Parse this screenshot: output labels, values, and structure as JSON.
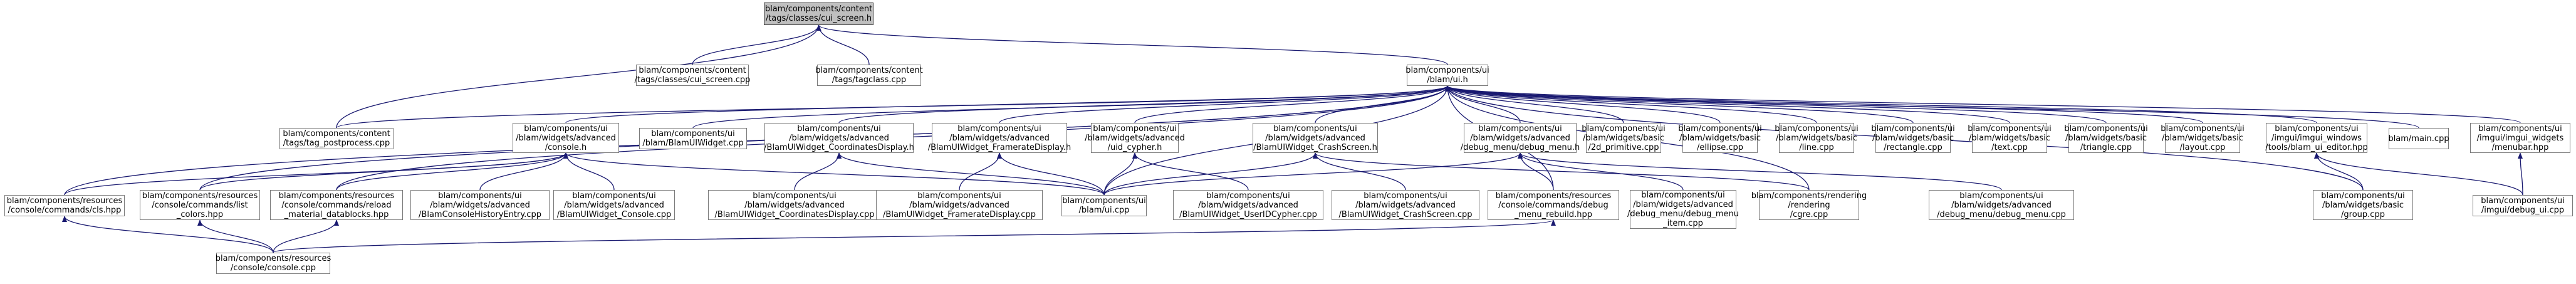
{
  "nodes": [
    {
      "id": "cui_screen_h",
      "root": true,
      "lines": [
        "blam/components/content",
        "/tags/classes/cui_screen.h"
      ]
    },
    {
      "id": "cui_screen_cpp",
      "lines": [
        "blam/components/content",
        "/tags/classes/cui_screen.cpp"
      ]
    },
    {
      "id": "tagclass_cpp",
      "lines": [
        "blam/components/content",
        "/tags/tagclass.cpp"
      ]
    },
    {
      "id": "ui_h",
      "lines": [
        "blam/components/ui",
        "/blam/ui.h"
      ]
    },
    {
      "id": "tag_postprocess",
      "lines": [
        "blam/components/content",
        "/tags/tag_postprocess.cpp"
      ]
    },
    {
      "id": "console_h",
      "lines": [
        "blam/components/ui",
        "/blam/widgets/advanced",
        "/console.h"
      ]
    },
    {
      "id": "blamuiwidget_cpp",
      "lines": [
        "blam/components/ui",
        "/blam/BlamUIWidget.cpp"
      ]
    },
    {
      "id": "coords_h",
      "lines": [
        "blam/components/ui",
        "/blam/widgets/advanced",
        "/BlamUIWidget_CoordinatesDisplay.h"
      ]
    },
    {
      "id": "framerate_h",
      "lines": [
        "blam/components/ui",
        "/blam/widgets/advanced",
        "/BlamUIWidget_FramerateDisplay.h"
      ]
    },
    {
      "id": "uid_cypher_h",
      "lines": [
        "blam/components/ui",
        "/blam/widgets/advanced",
        "/uid_cypher.h"
      ]
    },
    {
      "id": "crash_h",
      "lines": [
        "blam/components/ui",
        "/blam/widgets/advanced",
        "/BlamUIWidget_CrashScreen.h"
      ]
    },
    {
      "id": "debug_menu_h",
      "lines": [
        "blam/components/ui",
        "/blam/widgets/advanced",
        "/debug_menu/debug_menu.h"
      ]
    },
    {
      "id": "primitive_2d",
      "lines": [
        "blam/components/ui",
        "/blam/widgets/basic",
        "/2d_primitive.cpp"
      ]
    },
    {
      "id": "ellipse_cpp",
      "lines": [
        "blam/components/ui",
        "/blam/widgets/basic",
        "/ellipse.cpp"
      ]
    },
    {
      "id": "line_cpp",
      "lines": [
        "blam/components/ui",
        "/blam/widgets/basic",
        "/line.cpp"
      ]
    },
    {
      "id": "rectangle_cpp",
      "lines": [
        "blam/components/ui",
        "/blam/widgets/basic",
        "/rectangle.cpp"
      ]
    },
    {
      "id": "text_cpp",
      "lines": [
        "blam/components/ui",
        "/blam/widgets/basic",
        "/text.cpp"
      ]
    },
    {
      "id": "triangle_cpp",
      "lines": [
        "blam/components/ui",
        "/blam/widgets/basic",
        "/triangle.cpp"
      ]
    },
    {
      "id": "layout_cpp",
      "lines": [
        "blam/components/ui",
        "/blam/widgets/basic",
        "/layout.cpp"
      ]
    },
    {
      "id": "editor_hpp",
      "lines": [
        "blam/components/ui",
        "/imgui/imgui_windows",
        "/tools/blam_ui_editor.hpp"
      ]
    },
    {
      "id": "main_cpp",
      "lines": [
        "blam/main.cpp"
      ]
    },
    {
      "id": "menubar_hpp",
      "lines": [
        "blam/components/ui",
        "/imgui/imgui_widgets",
        "/menubar.hpp"
      ]
    },
    {
      "id": "cls_hpp",
      "lines": [
        "blam/components/resources",
        "/console/commands/cls.hpp"
      ]
    },
    {
      "id": "list_colors_hpp",
      "lines": [
        "blam/components/resources",
        "/console/commands/list",
        "_colors.hpp"
      ]
    },
    {
      "id": "reload_hpp",
      "lines": [
        "blam/components/resources",
        "/console/commands/reload",
        "_material_datablocks.hpp"
      ]
    },
    {
      "id": "history_cpp",
      "lines": [
        "blam/components/ui",
        "/blam/widgets/advanced",
        "/BlamConsoleHistoryEntry.cpp"
      ]
    },
    {
      "id": "console_widget_cpp",
      "lines": [
        "blam/components/ui",
        "/blam/widgets/advanced",
        "/BlamUIWidget_Console.cpp"
      ]
    },
    {
      "id": "coords_cpp",
      "lines": [
        "blam/components/ui",
        "/blam/widgets/advanced",
        "/BlamUIWidget_CoordinatesDisplay.cpp"
      ]
    },
    {
      "id": "framerate_cpp",
      "lines": [
        "blam/components/ui",
        "/blam/widgets/advanced",
        "/BlamUIWidget_FramerateDisplay.cpp"
      ]
    },
    {
      "id": "ui_cpp",
      "lines": [
        "blam/components/ui",
        "/blam/ui.cpp"
      ]
    },
    {
      "id": "userid_cpp",
      "lines": [
        "blam/components/ui",
        "/blam/widgets/advanced",
        "/BlamUIWidget_UserIDCypher.cpp"
      ]
    },
    {
      "id": "crash_cpp",
      "lines": [
        "blam/components/ui",
        "/blam/widgets/advanced",
        "/BlamUIWidget_CrashScreen.cpp"
      ]
    },
    {
      "id": "debug_rebuild_hpp",
      "lines": [
        "blam/components/resources",
        "/console/commands/debug",
        "_menu_rebuild.hpp"
      ]
    },
    {
      "id": "debug_menu_item_cpp",
      "lines": [
        "blam/components/ui",
        "/blam/widgets/advanced",
        "/debug_menu/debug_menu",
        "_item.cpp"
      ]
    },
    {
      "id": "rendering_cpp",
      "lines": [
        "blam/components/rendering",
        "/rendering",
        "/cgre.cpp"
      ]
    },
    {
      "id": "debug_menu_cpp",
      "lines": [
        "blam/components/ui",
        "/blam/widgets/advanced",
        "/debug_menu/debug_menu.cpp"
      ]
    },
    {
      "id": "group_cpp",
      "lines": [
        "blam/components/ui",
        "/blam/widgets/basic",
        "/group.cpp"
      ]
    },
    {
      "id": "debug_ui_cpp",
      "lines": [
        "blam/components/ui",
        "/imgui/debug_ui.cpp"
      ]
    },
    {
      "id": "console_cpp",
      "lines": [
        "blam/components/resources",
        "/console/console.cpp"
      ]
    }
  ],
  "edges": [
    [
      "cui_screen_cpp",
      "cui_screen_h"
    ],
    [
      "tagclass_cpp",
      "cui_screen_h"
    ],
    [
      "tag_postprocess",
      "cui_screen_h"
    ],
    [
      "ui_h",
      "cui_screen_h"
    ],
    [
      "tag_postprocess",
      "ui_h"
    ],
    [
      "console_h",
      "ui_h"
    ],
    [
      "blamuiwidget_cpp",
      "ui_h"
    ],
    [
      "coords_h",
      "ui_h"
    ],
    [
      "framerate_h",
      "ui_h"
    ],
    [
      "uid_cypher_h",
      "ui_h"
    ],
    [
      "crash_h",
      "ui_h"
    ],
    [
      "debug_menu_h",
      "ui_h"
    ],
    [
      "primitive_2d",
      "ui_h"
    ],
    [
      "ellipse_cpp",
      "ui_h"
    ],
    [
      "line_cpp",
      "ui_h"
    ],
    [
      "rectangle_cpp",
      "ui_h"
    ],
    [
      "text_cpp",
      "ui_h"
    ],
    [
      "triangle_cpp",
      "ui_h"
    ],
    [
      "layout_cpp",
      "ui_h"
    ],
    [
      "editor_hpp",
      "ui_h"
    ],
    [
      "main_cpp",
      "ui_h"
    ],
    [
      "menubar_hpp",
      "ui_h"
    ],
    [
      "cls_hpp",
      "ui_h"
    ],
    [
      "list_colors_hpp",
      "ui_h"
    ],
    [
      "reload_hpp",
      "ui_h"
    ],
    [
      "ui_cpp",
      "ui_h"
    ],
    [
      "debug_rebuild_hpp",
      "ui_h"
    ],
    [
      "rendering_cpp",
      "ui_h"
    ],
    [
      "group_cpp",
      "ui_h"
    ],
    [
      "cls_hpp",
      "console_h"
    ],
    [
      "list_colors_hpp",
      "console_h"
    ],
    [
      "reload_hpp",
      "console_h"
    ],
    [
      "history_cpp",
      "console_h"
    ],
    [
      "console_widget_cpp",
      "console_h"
    ],
    [
      "ui_cpp",
      "console_h"
    ],
    [
      "coords_cpp",
      "coords_h"
    ],
    [
      "ui_cpp",
      "coords_h"
    ],
    [
      "framerate_cpp",
      "framerate_h"
    ],
    [
      "ui_cpp",
      "framerate_h"
    ],
    [
      "ui_cpp",
      "uid_cypher_h"
    ],
    [
      "userid_cpp",
      "uid_cypher_h"
    ],
    [
      "ui_cpp",
      "crash_h"
    ],
    [
      "crash_cpp",
      "crash_h"
    ],
    [
      "rendering_cpp",
      "crash_h"
    ],
    [
      "debug_rebuild_hpp",
      "debug_menu_h"
    ],
    [
      "debug_menu_item_cpp",
      "debug_menu_h"
    ],
    [
      "debug_menu_cpp",
      "debug_menu_h"
    ],
    [
      "ui_cpp",
      "debug_menu_h"
    ],
    [
      "group_cpp",
      "editor_hpp"
    ],
    [
      "debug_ui_cpp",
      "editor_hpp"
    ],
    [
      "debug_ui_cpp",
      "menubar_hpp"
    ],
    [
      "console_cpp",
      "cls_hpp"
    ],
    [
      "console_cpp",
      "list_colors_hpp"
    ],
    [
      "console_cpp",
      "reload_hpp"
    ],
    [
      "console_cpp",
      "debug_rebuild_hpp"
    ]
  ],
  "colors": {
    "edge": "#191970",
    "root_fill": "#bfbfbf",
    "node_border": "#7a7a7a"
  }
}
